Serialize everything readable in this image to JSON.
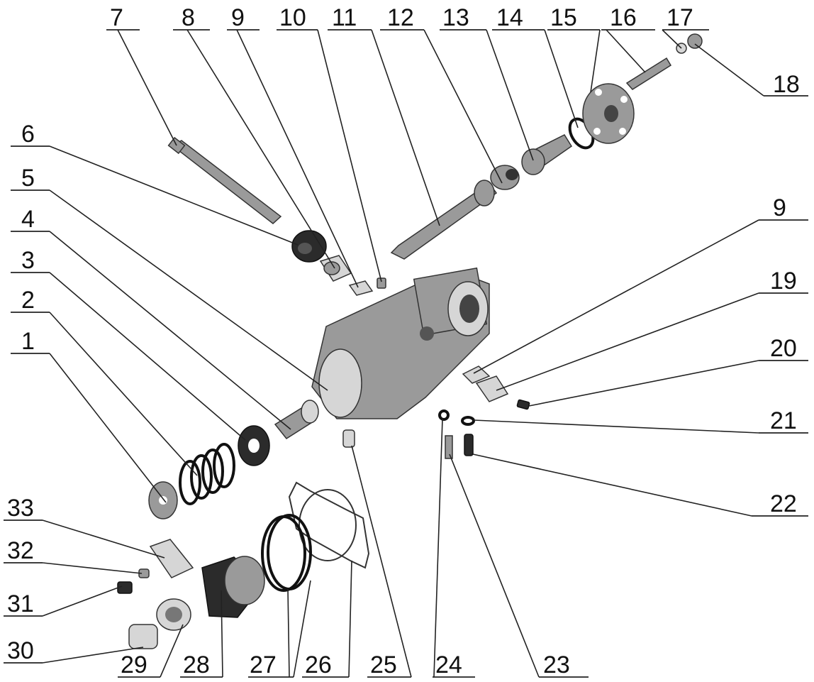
{
  "labels": {
    "l7": "7",
    "l8": "8",
    "l9a": "9",
    "l10": "10",
    "l11": "11",
    "l12": "12",
    "l13": "13",
    "l14": "14",
    "l15": "15",
    "l16": "16",
    "l17": "17",
    "l18": "18",
    "l6": "6",
    "l5": "5",
    "l4": "4",
    "l3": "3",
    "l2": "2",
    "l1": "1",
    "l9b": "9",
    "l19": "19",
    "l20": "20",
    "l21": "21",
    "l22": "22",
    "l33": "33",
    "l32": "32",
    "l31": "31",
    "l30": "30",
    "l29": "29",
    "l28": "28",
    "l27": "27",
    "l26": "26",
    "l25": "25",
    "l24": "24",
    "l23": "23"
  }
}
